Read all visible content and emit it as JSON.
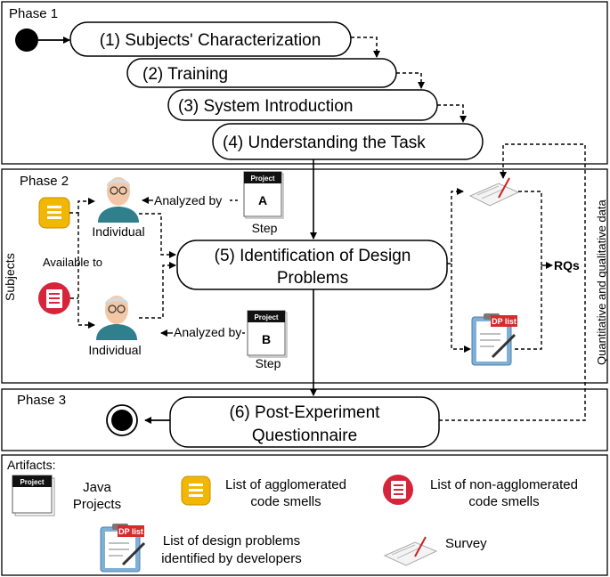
{
  "phases": {
    "p1": "Phase 1",
    "p2": "Phase 2",
    "p3": "Phase 3"
  },
  "steps": {
    "s1": "(1) Subjects' Characterization",
    "s2": "(2) Training",
    "s3": "(3) System Introduction",
    "s4": "(4) Understanding the Task",
    "s5_line1": "(5) Identification of Design",
    "s5_line2": "Problems",
    "s6_line1": "(6) Post-Experiment",
    "s6_line2": "Questionnaire"
  },
  "phase2": {
    "subjects_label": "Subjects",
    "available_to": "Available to",
    "individual_top": "Individual",
    "individual_bottom": "Individual",
    "analyzed_by_top": "Analyzed by",
    "analyzed_by_bottom": "Analyzed by",
    "project_word": "Project",
    "project_a_letter": "A",
    "project_b_letter": "B",
    "step_top": "Step",
    "step_bottom": "Step",
    "dp_list_tag": "DP list",
    "rqs": "RQs",
    "side_label": "Quantitative and qualitative data"
  },
  "artifacts": {
    "title": "Artifacts:",
    "java_line1": "Java",
    "java_line2": "Projects",
    "agg_line1": "List of agglomerated",
    "agg_line2": "code smells",
    "nonagg_line1": "List of non-agglomerated",
    "nonagg_line2": "code smells",
    "dp_line1": "List of design problems",
    "dp_line2": "identified by developers",
    "survey": "Survey"
  },
  "colors": {
    "agglomerated_icon": "#f2b705",
    "non_agglomerated_icon": "#d6243a",
    "person_shirt": "#2f7f8c",
    "dp_tag": "#d42b2b",
    "clipboard": "#7fb0d8"
  },
  "icons": [
    "start-node-icon",
    "end-node-icon",
    "person-icon",
    "project-icon",
    "agglomerated-list-icon",
    "non-agglomerated-list-icon",
    "dp-list-clipboard-icon",
    "survey-icon"
  ]
}
